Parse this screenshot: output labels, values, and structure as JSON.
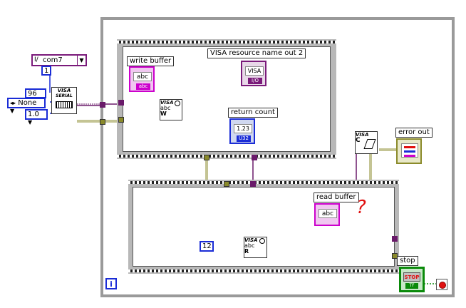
{
  "controls": {
    "com_port": {
      "glyph": "I/",
      "value": "com7"
    },
    "const_1": "1",
    "baud": "96",
    "parity": "None",
    "stop_bits": "1.0",
    "const_12": "12"
  },
  "indicators": {
    "write_buffer": {
      "label": "write buffer",
      "value": "abc",
      "tag": "abc"
    },
    "visa_out": {
      "label": "VISA resource name out 2",
      "value": "VISA",
      "tag": "I/O"
    },
    "return_count": {
      "label": "return count",
      "value": "1.23",
      "tag": "U32"
    },
    "read_buffer": {
      "label": "read buffer",
      "value": "abc"
    },
    "error_out": {
      "label": "error out"
    },
    "stop": {
      "label": "stop",
      "value": "STOP",
      "tag": "TF"
    }
  },
  "vis": {
    "serial": {
      "title": "VISA",
      "sub": "SERIAL"
    },
    "write": {
      "title": "VISA",
      "text": "abc",
      "mode": "W"
    },
    "read": {
      "title": "VISA",
      "text": "abc",
      "mode": "R"
    },
    "close": {
      "title": "VISA",
      "mode": "C"
    }
  },
  "loop": {
    "iteration": "i"
  },
  "annotation": {
    "question": "?"
  },
  "colors": {
    "frame": "#9a9a9a",
    "wire_pink": "#cc00cc",
    "wire_visa": "#6a1a6a",
    "wire_error": "#8a8a2a",
    "wire_blue": "#1a2cd6",
    "scribble": "#e01010"
  }
}
